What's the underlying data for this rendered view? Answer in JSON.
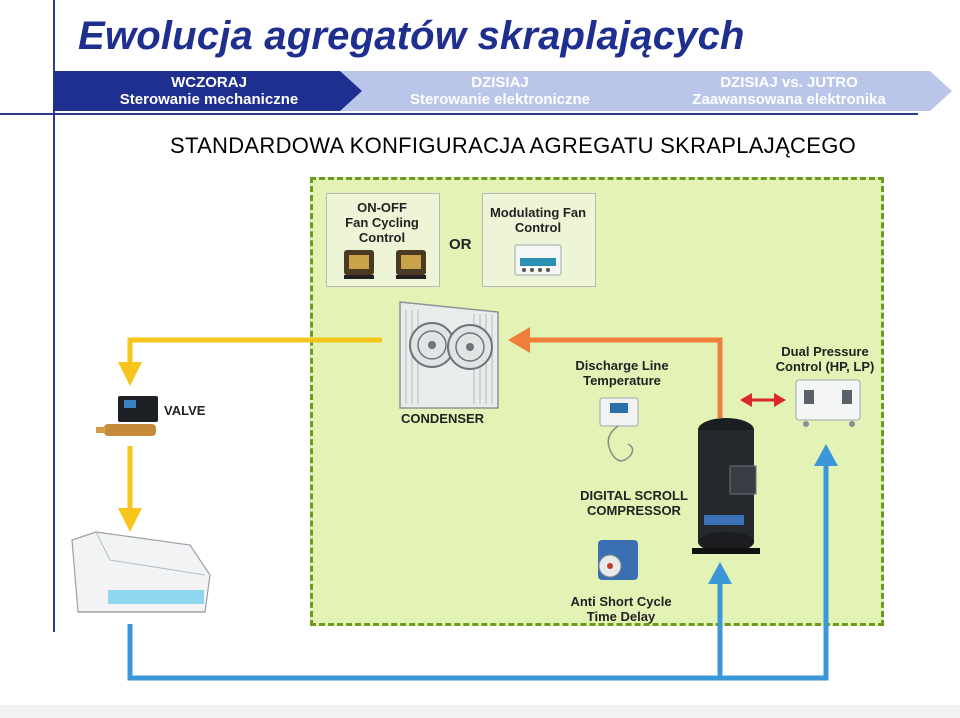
{
  "header": {
    "title": "Ewolucja agregatów skraplających"
  },
  "tabs": [
    {
      "line1": "WCZORAJ",
      "line2": "Sterowanie mechaniczne",
      "state": "active",
      "bg": "#1f2f8f",
      "fg": "#ffffff"
    },
    {
      "line1": "DZISIAJ",
      "line2": "Sterowanie elektroniczne",
      "state": "inactive",
      "bg": "#b9c6ea",
      "fg": "#ffffff"
    },
    {
      "line1": "DZISIAJ vs. JUTRO",
      "line2": "Zaawansowana elektronika",
      "state": "inactive",
      "bg": "#b9c6ea",
      "fg": "#ffffff"
    }
  ],
  "subtitle": "STANDARDOWA KONFIGURACJA AGREGATU SKRAPLAJĄCEGO",
  "diagram": {
    "fan_cycling": "ON-OFF\nFan Cycling\nControl",
    "or": "OR",
    "modulating": "Modulating Fan\nControl",
    "condenser": "CONDENSER",
    "discharge": "Discharge Line\nTemperature",
    "dual_pressure": "Dual Pressure\nControl (HP, LP)",
    "valve": "VALVE",
    "compressor": "DIGITAL SCROLL\nCOMPRESSOR",
    "anti_short": "Anti Short Cycle\nTime Delay"
  },
  "colors": {
    "panel_bg": "#e3f2b5",
    "panel_border": "#6a9a1f",
    "liquid_line": "#f5c51c",
    "discharge_line": "#f07f3c",
    "suction_line": "#3b97d8",
    "pressure_arrow": "#d9262b",
    "brand_blue": "#1f2f8f"
  }
}
